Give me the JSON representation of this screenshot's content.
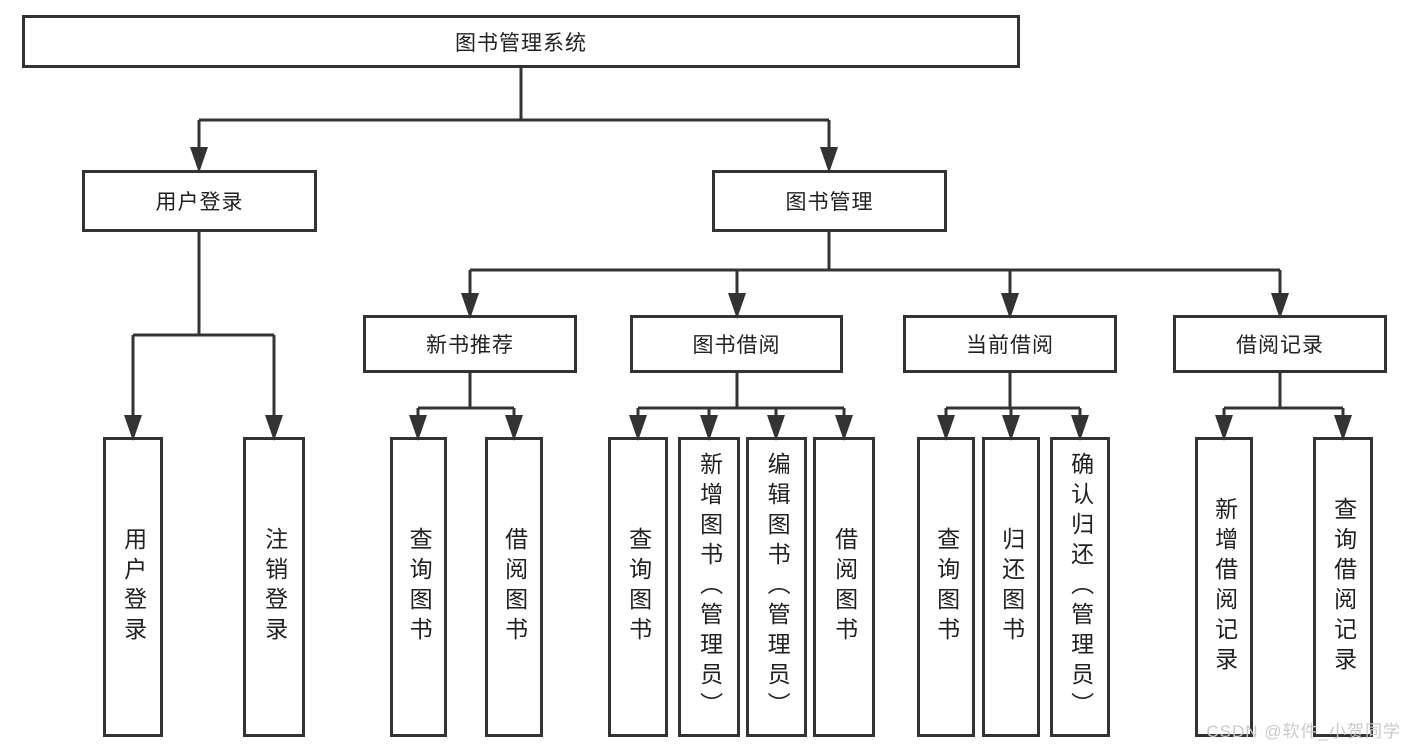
{
  "title": "图书管理系统",
  "watermark": {
    "text": "CSDN @软件_小贺同学"
  },
  "colors": {
    "line": "#333333",
    "box_border": "#333333",
    "text": "#212121",
    "background": "#ffffff",
    "watermark_text": "#c9c9c9"
  },
  "tree": {
    "label": "图书管理系统",
    "children": [
      {
        "label": "用户登录",
        "children": [
          {
            "label": "用户登录"
          },
          {
            "label": "注销登录"
          }
        ]
      },
      {
        "label": "图书管理",
        "children": [
          {
            "label": "新书推荐",
            "children": [
              {
                "label": "查询图书"
              },
              {
                "label": "借阅图书"
              }
            ]
          },
          {
            "label": "图书借阅",
            "children": [
              {
                "label": "查询图书"
              },
              {
                "label": "新增图书（管理员）"
              },
              {
                "label": "编辑图书（管理员）"
              },
              {
                "label": "借阅图书"
              }
            ]
          },
          {
            "label": "当前借阅",
            "children": [
              {
                "label": "查询图书"
              },
              {
                "label": "归还图书"
              },
              {
                "label": "确认归还（管理员）"
              }
            ]
          },
          {
            "label": "借阅记录",
            "children": [
              {
                "label": "新增借阅记录"
              },
              {
                "label": "查询借阅记录"
              }
            ]
          }
        ]
      }
    ]
  }
}
